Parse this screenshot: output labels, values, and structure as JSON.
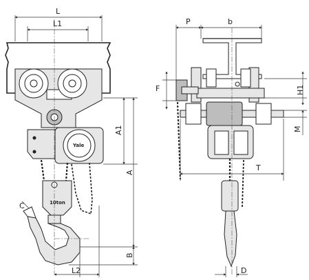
{
  "front_view": {
    "dims": {
      "L": "L",
      "L1": "L1",
      "A1": "A1",
      "A": "A",
      "B": "B",
      "L2": "L2",
      "C": "C"
    },
    "brand_text": "Yale",
    "capacity_text": "10ton"
  },
  "side_view": {
    "dims": {
      "P": "P",
      "b": "b",
      "F": "F",
      "H1": "H1",
      "M": "M",
      "T": "T",
      "D": "D"
    }
  },
  "colors": {
    "line": "#222222",
    "fill_light": "#e6e6e6",
    "fill_dark": "#bdbdbd"
  }
}
